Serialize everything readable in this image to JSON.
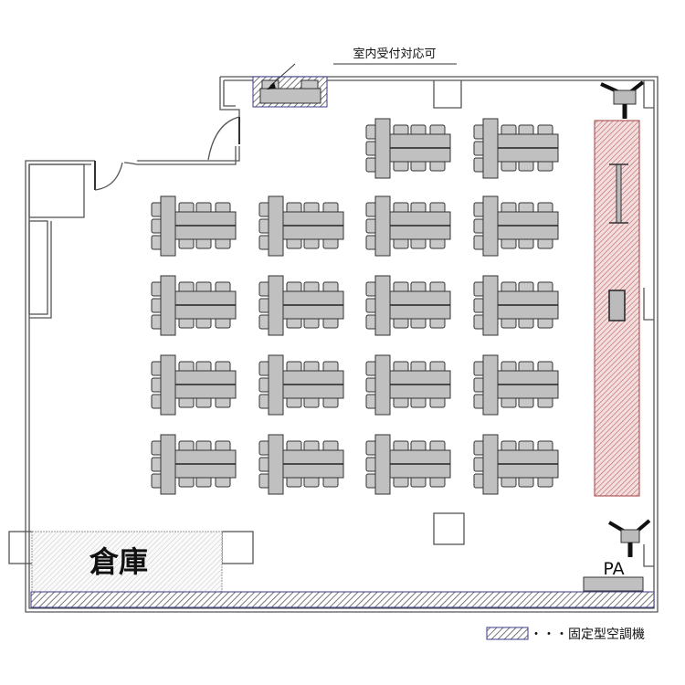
{
  "labels": {
    "reception": "室内受付対応可",
    "storage": "倉庫",
    "pa": "PA",
    "legend": "・・・固定型空調機"
  },
  "colors": {
    "ac_hatch": "#3a3a8a",
    "stage_hatch": "#c05050",
    "storage_hatch": "#999999",
    "furniture": "#c0c0c0"
  },
  "layout_counts": {
    "table_groups": 18
  }
}
